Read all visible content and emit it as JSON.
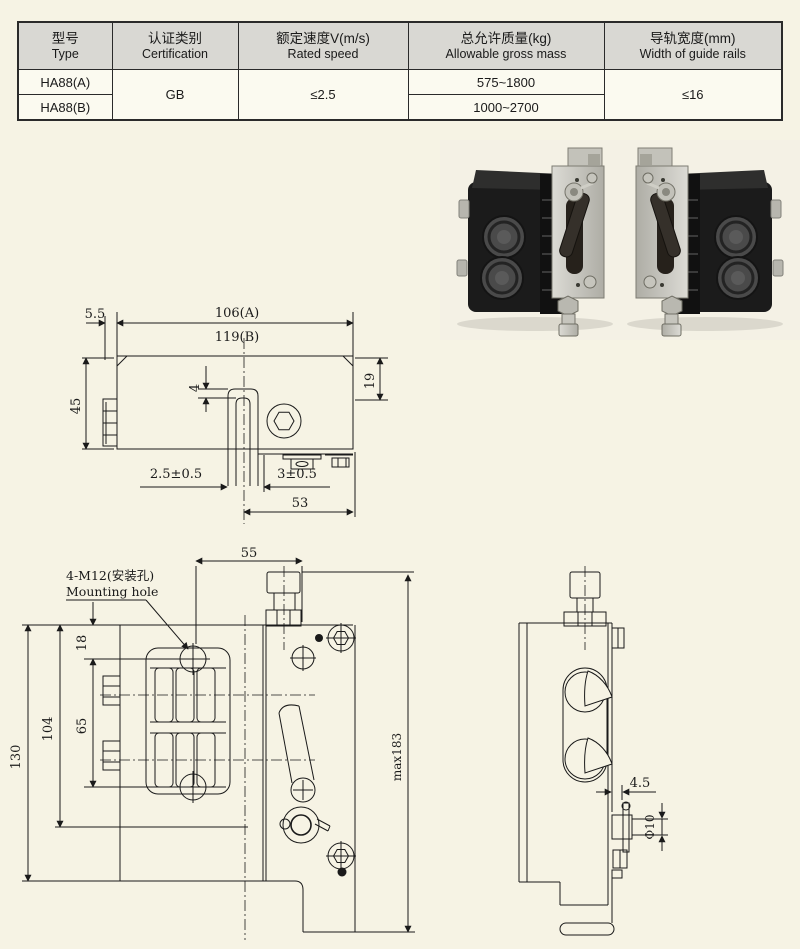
{
  "colors": {
    "page_bg": "#f6f3e4",
    "table_header_bg": "#d9d8d3",
    "table_cell_bg": "#fbfaf0",
    "drawing_line": "#1a1a1a",
    "photo_metal": "#c9c8c0",
    "photo_black": "#1b1b1b"
  },
  "table": {
    "columns": [
      {
        "zh": "型号",
        "en": "Type"
      },
      {
        "zh": "认证类别",
        "en": "Certification"
      },
      {
        "zh": "额定速度V(m/s)",
        "en": "Rated speed"
      },
      {
        "zh": "总允许质量(kg)",
        "en": "Allowable gross mass"
      },
      {
        "zh": "导轨宽度(mm)",
        "en": "Width of guide rails"
      }
    ],
    "rows": {
      "type_a": "HA88(A)",
      "type_b": "HA88(B)",
      "certification": "GB",
      "rated_speed": "≤2.5",
      "mass_a": "575~1800",
      "mass_b": "1000~2700",
      "rail_width": "≤16"
    }
  },
  "drawing_top": {
    "dims": {
      "d5_5": "5.5",
      "d106": "106(A)",
      "d119": "119(B)",
      "d45": "45",
      "d19": "19",
      "d4": "4",
      "d2_5": "2.5±0.5",
      "d3": "3±0.5",
      "d53": "53"
    }
  },
  "drawing_front": {
    "mounting_label_zh": "4-M12(安装孔)",
    "mounting_label_en": "Mounting hole",
    "dims": {
      "d55": "55",
      "d18": "18",
      "d65": "65",
      "d104": "104",
      "d130": "130",
      "dmax183": "max183"
    }
  },
  "drawing_side": {
    "dims": {
      "d4_5": "4.5",
      "dphi10": "Φ10"
    }
  }
}
